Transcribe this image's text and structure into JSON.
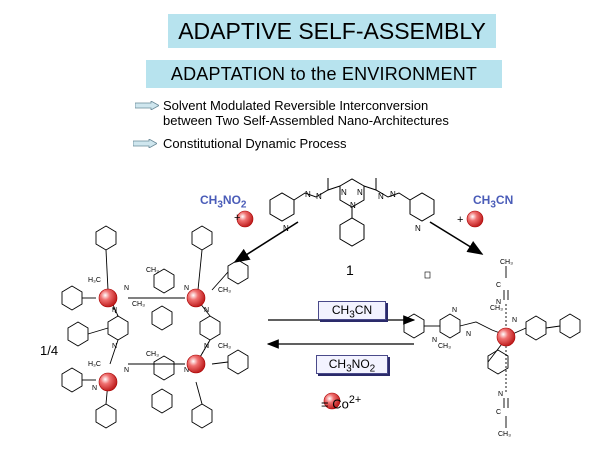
{
  "titles": {
    "main": "ADAPTIVE SELF-ASSEMBLY",
    "sub": "ADAPTATION to the  ENVIRONMENT"
  },
  "bullets": [
    {
      "line1": "Solvent Modulated Reversible Interconversion",
      "line2": "between Two Self-Assembled Nano-Architectures"
    },
    {
      "line1": "Constitutional Dynamic Process",
      "line2": ""
    }
  ],
  "compound_label": "1",
  "fraction_label": "1/4",
  "reagents": {
    "left_top": {
      "base": "CH",
      "sub1": "3",
      "mid": "NO",
      "sub2": "2"
    },
    "right_top": {
      "base": "CH",
      "sub1": "3",
      "mid": "CN",
      "sub2": ""
    },
    "forward": {
      "base": "CH",
      "sub1": "3",
      "mid": "CN",
      "sub2": ""
    },
    "reverse": {
      "base": "CH",
      "sub1": "3",
      "mid": "NO",
      "sub2": "2"
    }
  },
  "legend": {
    "eq": "= Co",
    "sup": "2+"
  },
  "plus": "+",
  "colors": {
    "title_bg": "#b7e3ee",
    "reagent_blue": "#4a5cb8",
    "ion_red": "#e84a4a",
    "arrow_fill": "#cfe6ee"
  }
}
